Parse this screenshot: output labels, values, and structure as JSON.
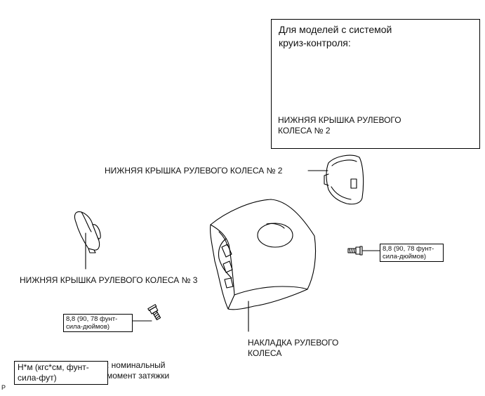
{
  "inset": {
    "title": "Для моделей с системой\nкруиз-контроля:",
    "part_label": "НИЖНЯЯ КРЫШКА РУЛЕВОГО\nКОЛЕСА № 2"
  },
  "labels": {
    "cover_no2": "НИЖНЯЯ КРЫШКА РУЛЕВОГО КОЛЕСА № 2",
    "cover_no3": "НИЖНЯЯ КРЫШКА РУЛЕВОГО КОЛЕСА № 3",
    "pad": "НАКЛАДКА РУЛЕВОГО\nКОЛЕСА"
  },
  "torque": {
    "right": "8,8 (90, 78 фунт-\nсила-дюймов)",
    "left": "8,8 (90, 78 фунт-\nсила-дюймов)"
  },
  "legend": {
    "units": "Н*м (кгс*см, фунт-\nсила-фут)",
    "description": ": номинальный\nмомент затяжки"
  },
  "corner_mark": "P"
}
